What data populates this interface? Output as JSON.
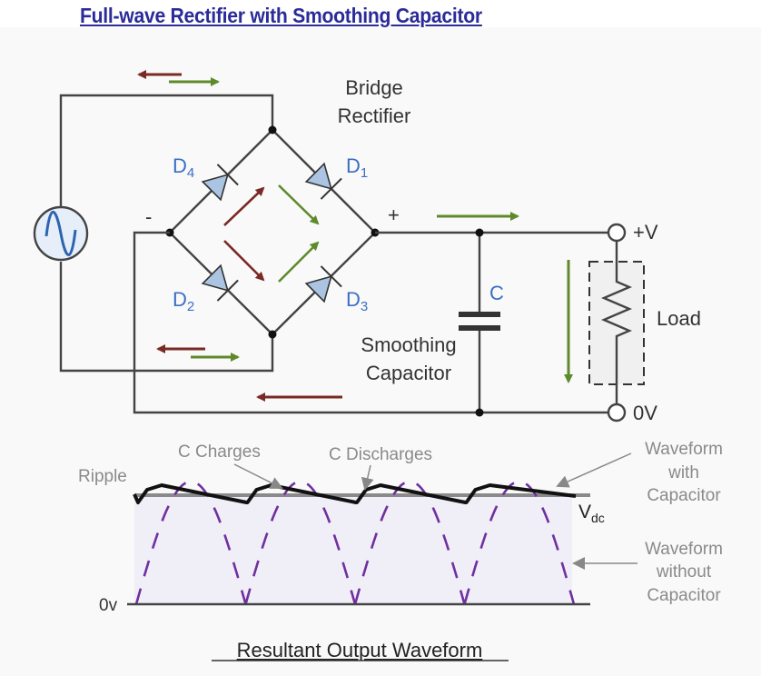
{
  "title": "Full-wave Rectifier with Smoothing Capacitor",
  "circuit": {
    "bridge_label_line1": "Bridge",
    "bridge_label_line2": "Rectifier",
    "diodes": [
      {
        "letter": "D",
        "index": "4"
      },
      {
        "letter": "D",
        "index": "1"
      },
      {
        "letter": "D",
        "index": "2"
      },
      {
        "letter": "D",
        "index": "3"
      }
    ],
    "minus_terminal": "-",
    "plus_terminal": "+",
    "capacitor_symbol": "C",
    "capacitor_label_line1": "Smoothing",
    "capacitor_label_line2": "Capacitor",
    "load_label": "Load",
    "output_positive": "+V",
    "output_zero": "0V",
    "source_icon": "ac-sine-source-icon"
  },
  "waveform": {
    "ripple_label": "Ripple",
    "charges_label": "C Charges",
    "discharges_label": "C Discharges",
    "with_cap_line1": "Waveform",
    "with_cap_line2": "with",
    "with_cap_line3": "Capacitor",
    "without_cap_line1": "Waveform",
    "without_cap_line2": "without",
    "without_cap_line3": "Capacitor",
    "vdc_main": "V",
    "vdc_sub": "dc",
    "zero_label": "0v",
    "caption": "Resultant Output Waveform",
    "half_cycles_shown": 4
  },
  "colors": {
    "title": "#2b2b9a",
    "arrow_green": "#5e8a2c",
    "arrow_red": "#7a2a24",
    "diode_fill": "#aac4e2",
    "label_blue": "#3a6fc4",
    "dashed_wave": "#7030a0",
    "waveform_bg": "#f0eef6"
  }
}
